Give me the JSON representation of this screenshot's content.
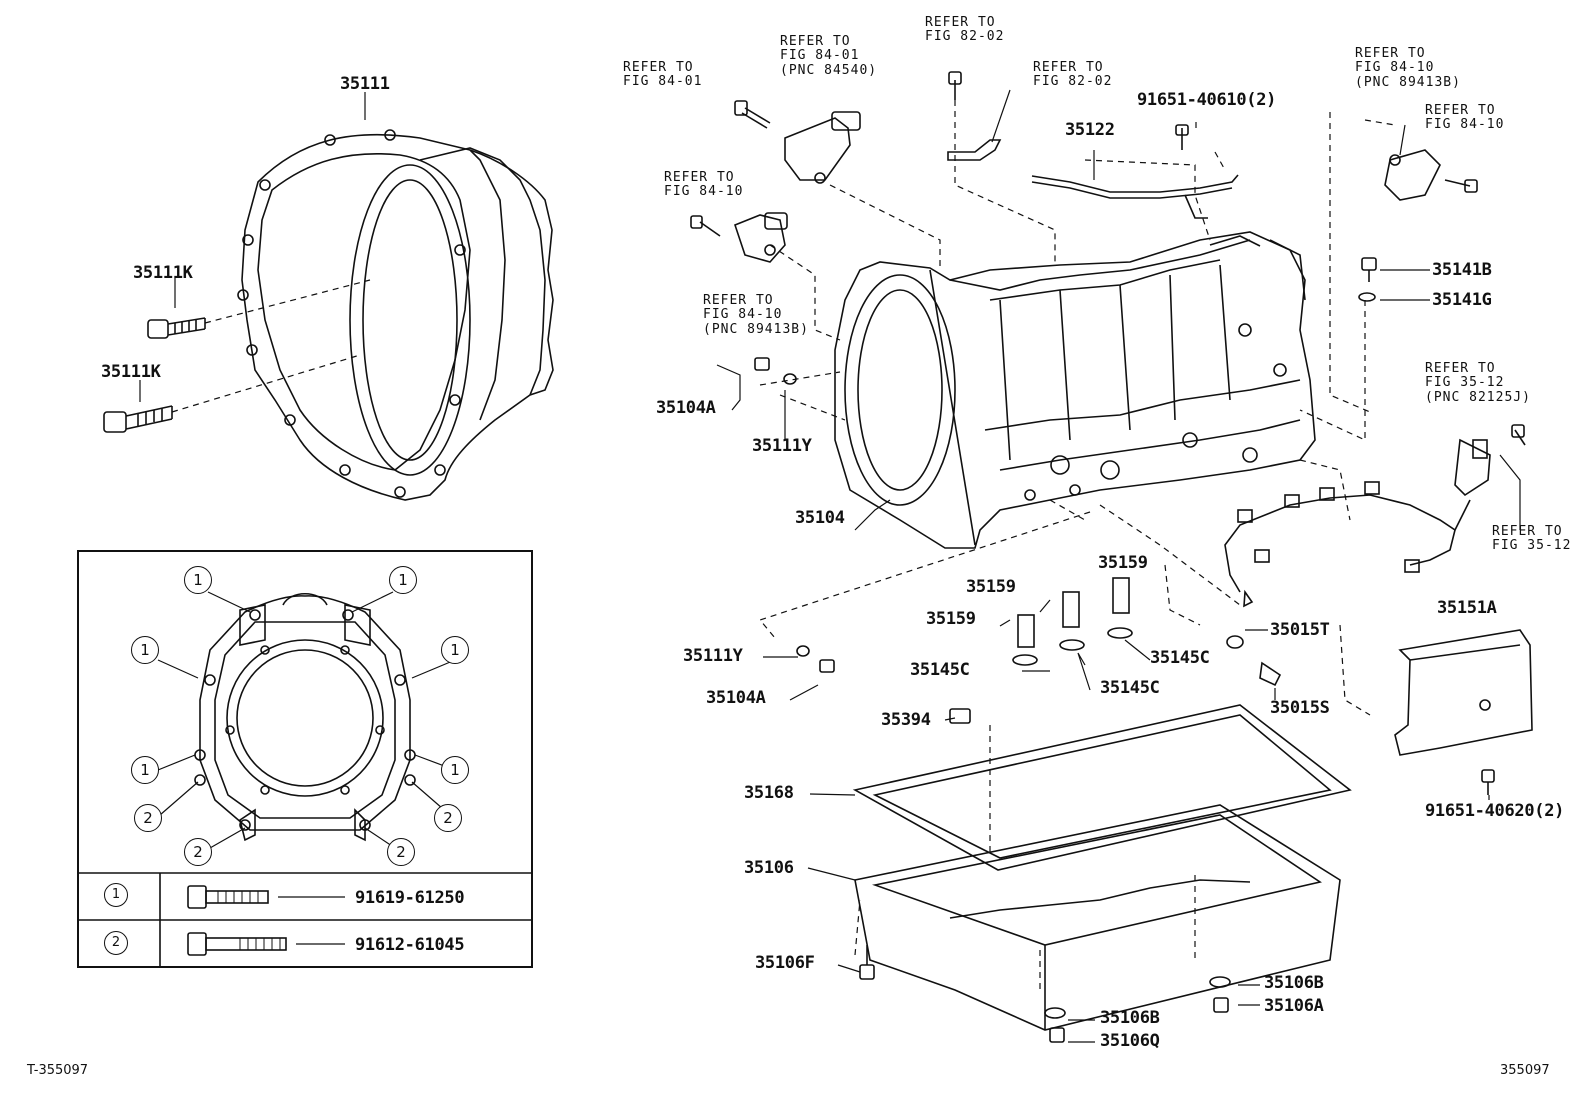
{
  "main_labels": {
    "p35111": "35111",
    "p35111k_a": "35111K",
    "p35111k_b": "35111K",
    "p35104a_a": "35104A",
    "p35111y_a": "35111Y",
    "p35104": "35104",
    "p35122": "35122",
    "p91651_40610": "91651-40610(2)",
    "p35141b": "35141B",
    "p35141g": "35141G",
    "p35159_a": "35159",
    "p35159_b": "35159",
    "p35159_c": "35159",
    "p35111y_b": "35111Y",
    "p35104a_b": "35104A",
    "p35145c_a": "35145C",
    "p35145c_b": "35145C",
    "p35145c_c": "35145C",
    "p35015t": "35015T",
    "p35015s": "35015S",
    "p35151a": "35151A",
    "p91651_40620": "91651-40620(2)",
    "p35394": "35394",
    "p35168": "35168",
    "p35106": "35106",
    "p35106f": "35106F",
    "p35106b_a": "35106B",
    "p35106a": "35106A",
    "p35106b_b": "35106B",
    "p35106q": "35106Q"
  },
  "refer_notes": {
    "r1": "REFER TO\nFIG 84-01",
    "r2": "REFER TO\nFIG 84-01\n(PNC 84540)",
    "r3": "REFER TO\nFIG 82-02",
    "r4": "REFER TO\nFIG 82-02",
    "r5": "REFER TO\nFIG 84-10\n(PNC 89413B)",
    "r6": "REFER TO\nFIG 84-10",
    "r7": "REFER TO\nFIG 84-10",
    "r8": "REFER TO\nFIG 84-10\n(PNC 89413B)",
    "r9": "REFER TO\nFIG 35-12\n(PNC 82125J)",
    "r10": "REFER TO\nFIG 35-12"
  },
  "inset": {
    "marker_1": "1",
    "marker_2": "2",
    "rows": [
      {
        "marker": "1",
        "part": "91619-61250"
      },
      {
        "marker": "2",
        "part": "91612-61045"
      }
    ]
  },
  "footer": {
    "left_code": "T-355097",
    "right_code": "355097"
  }
}
